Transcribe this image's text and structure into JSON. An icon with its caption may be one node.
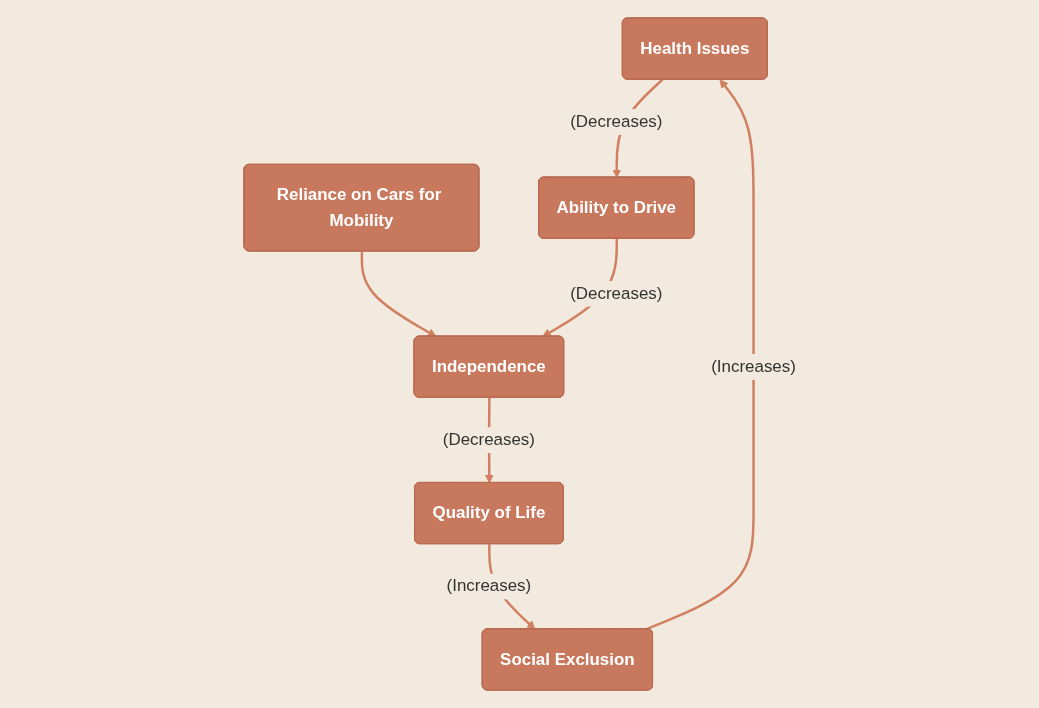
{
  "diagram": {
    "nodes": [
      {
        "text": [
          "Health Issues"
        ]
      },
      {
        "text": [
          "Reliance on Cars for Mobility"
        ]
      },
      {
        "text": [
          "Ability to Drive"
        ]
      },
      {
        "text": [
          "Independence"
        ]
      },
      {
        "text": [
          "Quality of Life"
        ]
      },
      {
        "text": [
          "Social Exclusion"
        ]
      }
    ],
    "edges": [
      {
        "from": 0,
        "to": 2,
        "arrow": "to",
        "label": "(Decreases)"
      },
      {
        "from": 1,
        "to": 3,
        "arrow": "to"
      },
      {
        "from": 2,
        "to": 3,
        "arrow": "to",
        "label": "(Decreases)"
      },
      {
        "from": 3,
        "to": 4,
        "arrow": "to",
        "label": "(Decreases)"
      },
      {
        "from": 4,
        "to": 5,
        "arrow": "to",
        "label": "(Increases)"
      },
      {
        "from": 5,
        "to": 0,
        "arrow": "to",
        "label": "(Increases)"
      }
    ]
  }
}
